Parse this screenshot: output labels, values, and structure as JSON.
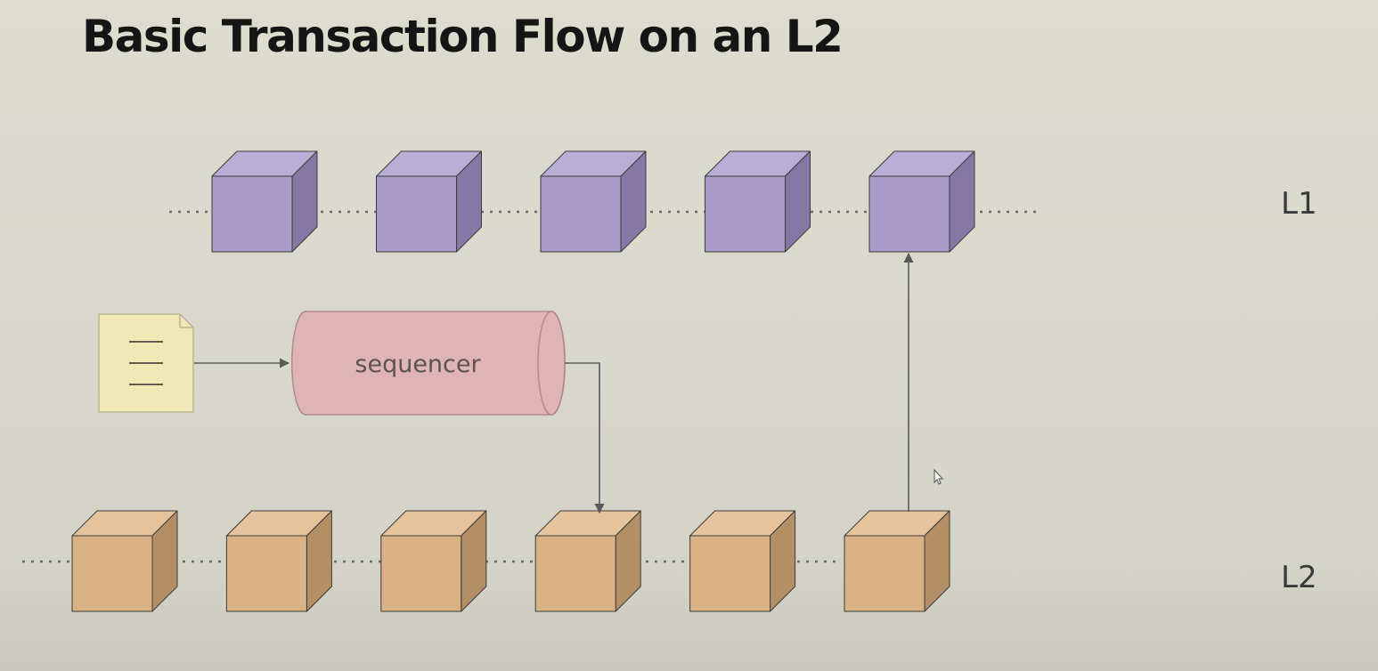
{
  "slide": {
    "title": "Basic Transaction Flow on an L2"
  },
  "diagram": {
    "l1_chain": {
      "label": "L1",
      "block_count": 5,
      "colors": {
        "front": "#a89bc8",
        "top": "#b8aed6",
        "side": "#8578a5"
      }
    },
    "l2_chain": {
      "label": "L2",
      "block_count": 6,
      "colors": {
        "front": "#d9b286",
        "top": "#e4c39d",
        "side": "#b48f65"
      }
    },
    "transaction": {
      "icon": "document-icon",
      "color": "#f1e8b8"
    },
    "sequencer": {
      "label": "sequencer",
      "color": "#dfb4b4"
    },
    "flow": [
      {
        "from": "transaction",
        "to": "sequencer"
      },
      {
        "from": "sequencer",
        "to": "l2_block_4"
      },
      {
        "from": "l2_block_6",
        "to": "l1_block_5"
      }
    ]
  }
}
